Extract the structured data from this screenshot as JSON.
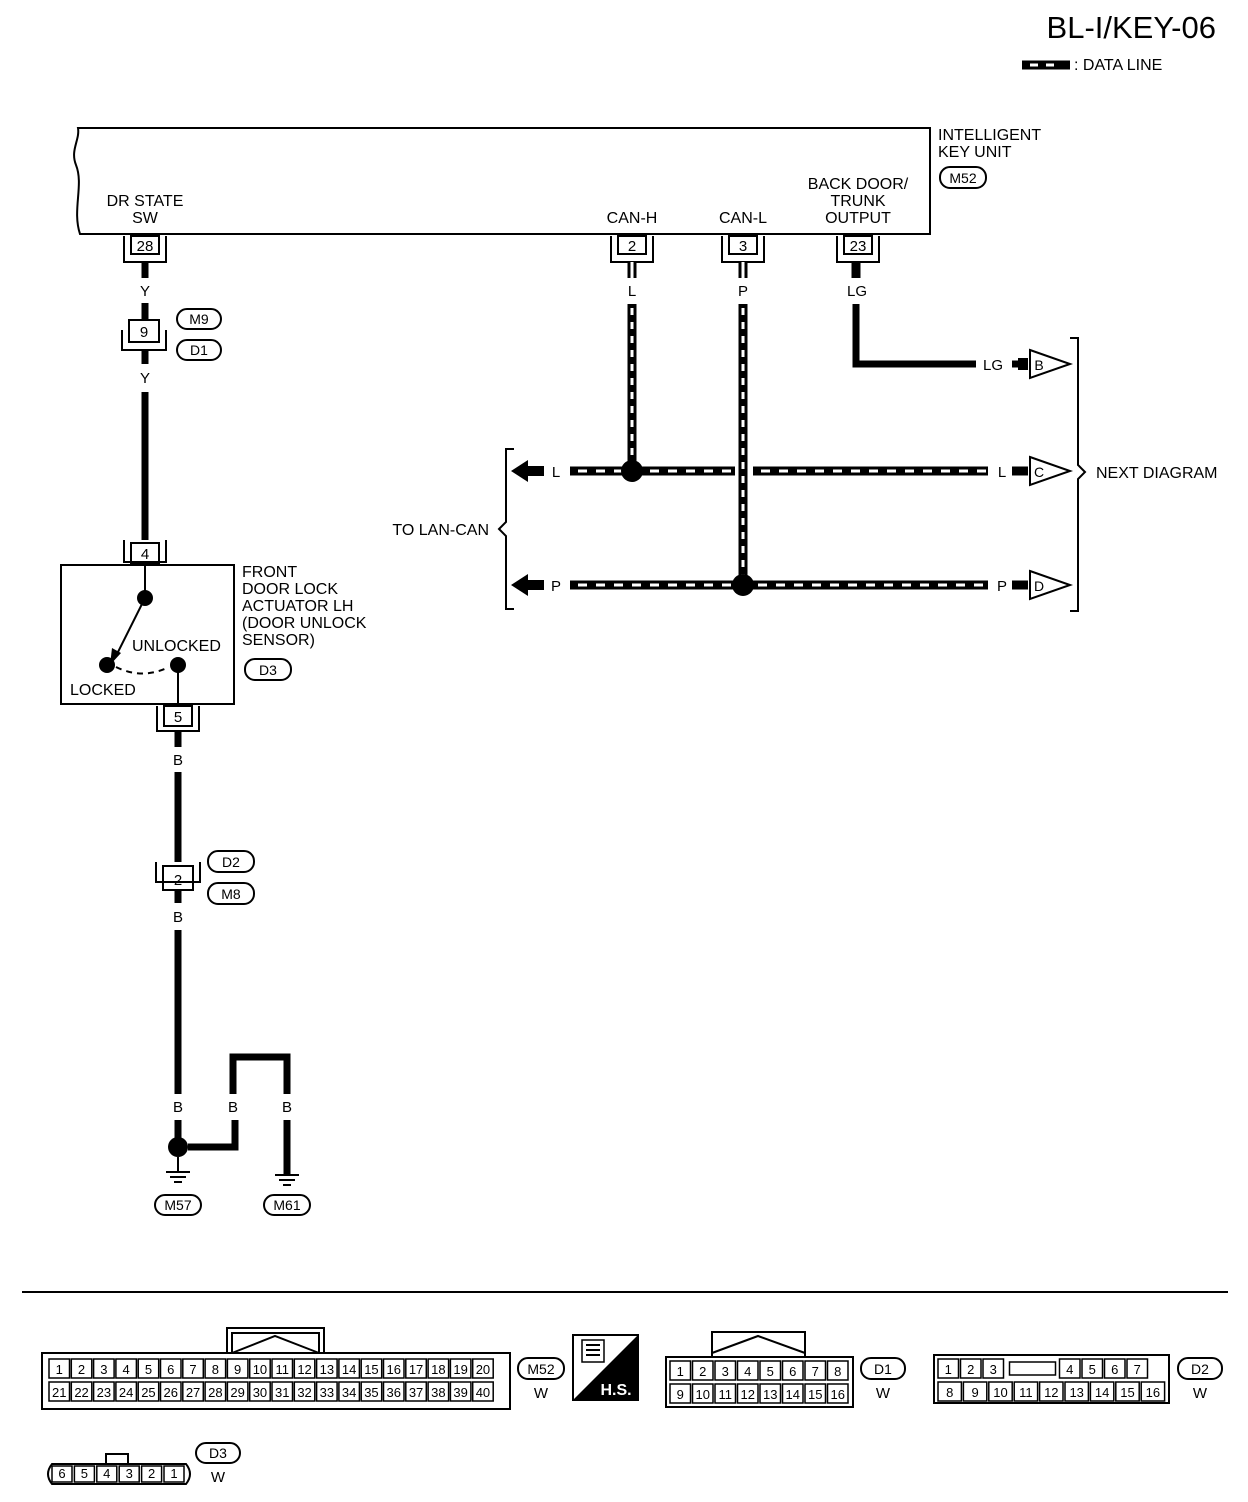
{
  "header": {
    "page_id": "BL-I/KEY-06",
    "legend_label": ": DATA LINE"
  },
  "key_unit": {
    "name_line1": "INTELLIGENT",
    "name_line2": "KEY UNIT",
    "connector": "M52",
    "pins": [
      {
        "label_line1": "DR STATE",
        "label_line2": "SW",
        "pin": "28",
        "wire": "Y"
      },
      {
        "label_line1": "CAN-H",
        "pin": "2",
        "wire": "L"
      },
      {
        "label_line1": "CAN-L",
        "pin": "3",
        "wire": "P"
      },
      {
        "label_line1": "BACK DOOR/",
        "label_line2": "TRUNK",
        "label_line3": "OUTPUT",
        "pin": "23",
        "wire": "LG"
      }
    ]
  },
  "joint_m9_d1": {
    "pin": "9",
    "connector_top": "M9",
    "connector_bottom": "D1",
    "wire_below": "Y"
  },
  "actuator": {
    "name_lines": [
      "FRONT",
      "DOOR LOCK",
      "ACTUATOR LH",
      "(DOOR UNLOCK",
      "SENSOR)"
    ],
    "connector": "D3",
    "pin_top": "4",
    "pin_bottom": "5",
    "unlocked_label": "UNLOCKED",
    "locked_label": "LOCKED",
    "wire_below": "B"
  },
  "joint_d2_m8": {
    "pin": "2",
    "connector_top": "D2",
    "connector_bottom": "M8",
    "wire_below": "B"
  },
  "grounds": {
    "wire_labels": [
      "B",
      "B",
      "B"
    ],
    "left_ground": "M57",
    "right_ground": "M61"
  },
  "can_bus": {
    "to_label": "TO LAN-CAN",
    "next_label": "NEXT DIAGRAM",
    "left_l": "L",
    "left_p": "P",
    "right_lg": "LG",
    "right_l": "L",
    "right_p": "P",
    "arrow_b": "B",
    "arrow_c": "C",
    "arrow_d": "D"
  },
  "connectors": {
    "m52": {
      "id": "M52",
      "color": "W",
      "row1": [
        "1",
        "2",
        "3",
        "4",
        "5",
        "6",
        "7",
        "8",
        "9",
        "10",
        "11",
        "12",
        "13",
        "14",
        "15",
        "16",
        "17",
        "18",
        "19",
        "20"
      ],
      "row2": [
        "21",
        "22",
        "23",
        "24",
        "25",
        "26",
        "27",
        "28",
        "29",
        "30",
        "31",
        "32",
        "33",
        "34",
        "35",
        "36",
        "37",
        "38",
        "39",
        "40"
      ]
    },
    "hs_label": "H.S.",
    "d1": {
      "id": "D1",
      "color": "W",
      "row1": [
        "1",
        "2",
        "3",
        "4",
        "5",
        "6",
        "7",
        "8"
      ],
      "row2": [
        "9",
        "10",
        "11",
        "12",
        "13",
        "14",
        "15",
        "16"
      ]
    },
    "d2": {
      "id": "D2",
      "color": "W",
      "row1": [
        "1",
        "2",
        "3",
        "",
        "4",
        "5",
        "6",
        "7"
      ],
      "row2": [
        "8",
        "9",
        "10",
        "11",
        "12",
        "13",
        "14",
        "15",
        "16"
      ]
    },
    "d3": {
      "id": "D3",
      "color": "W",
      "row1": [
        "6",
        "5",
        "4",
        "3",
        "2",
        "1"
      ]
    }
  }
}
